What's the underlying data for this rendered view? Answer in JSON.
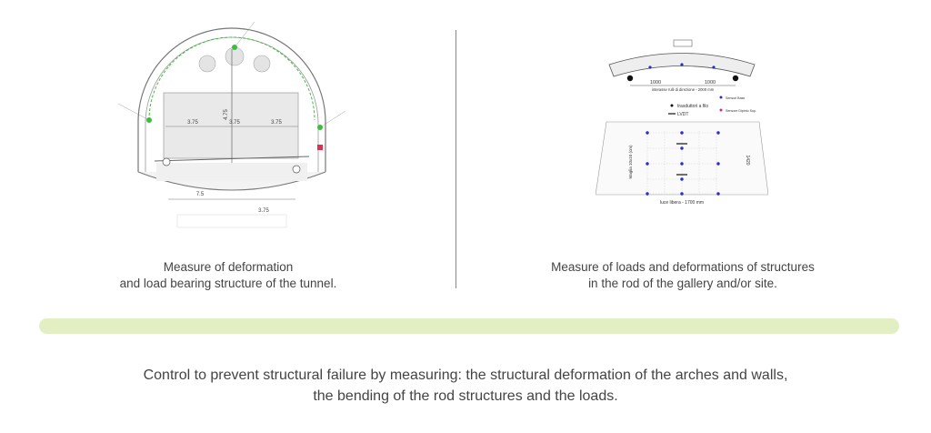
{
  "left_diagram": {
    "dims_top": [
      "3.75",
      "3.75",
      "3.75"
    ],
    "dim_bottom_left": "7.5",
    "dim_bottom_right": "3.75",
    "dim_vertical": "4.75"
  },
  "right_diagram": {
    "dim_left": "1000",
    "dim_right": "1000",
    "span_label": "interasse rulli di direzione - 2000 mm",
    "legend_sensor_base": "Sensori Base",
    "legend_sensor_top": "Sensore Dipinto Sup.",
    "legend_transducers": "trasduttori a filo",
    "legend_lvdt": "LVDT",
    "mesh_label": "Maglia 10x10 (cm)",
    "height_label": "1420",
    "free_span_label": "luce libera - 1700 mm",
    "colors": {
      "sensor": "#2a2ad4",
      "sensor_top": "#c02aa8"
    }
  },
  "captions": {
    "left": [
      "Measure of deformation",
      "and load bearing structure of the tunnel."
    ],
    "right": [
      "Measure of loads and deformations of structures",
      "in the rod of the gallery and/or site."
    ]
  },
  "bottom_text": [
    "Control to prevent structural failure by measuring: the structural deformation of the arches and walls,",
    "the bending of the rod structures and the loads."
  ],
  "band_color": "#e2efc2"
}
